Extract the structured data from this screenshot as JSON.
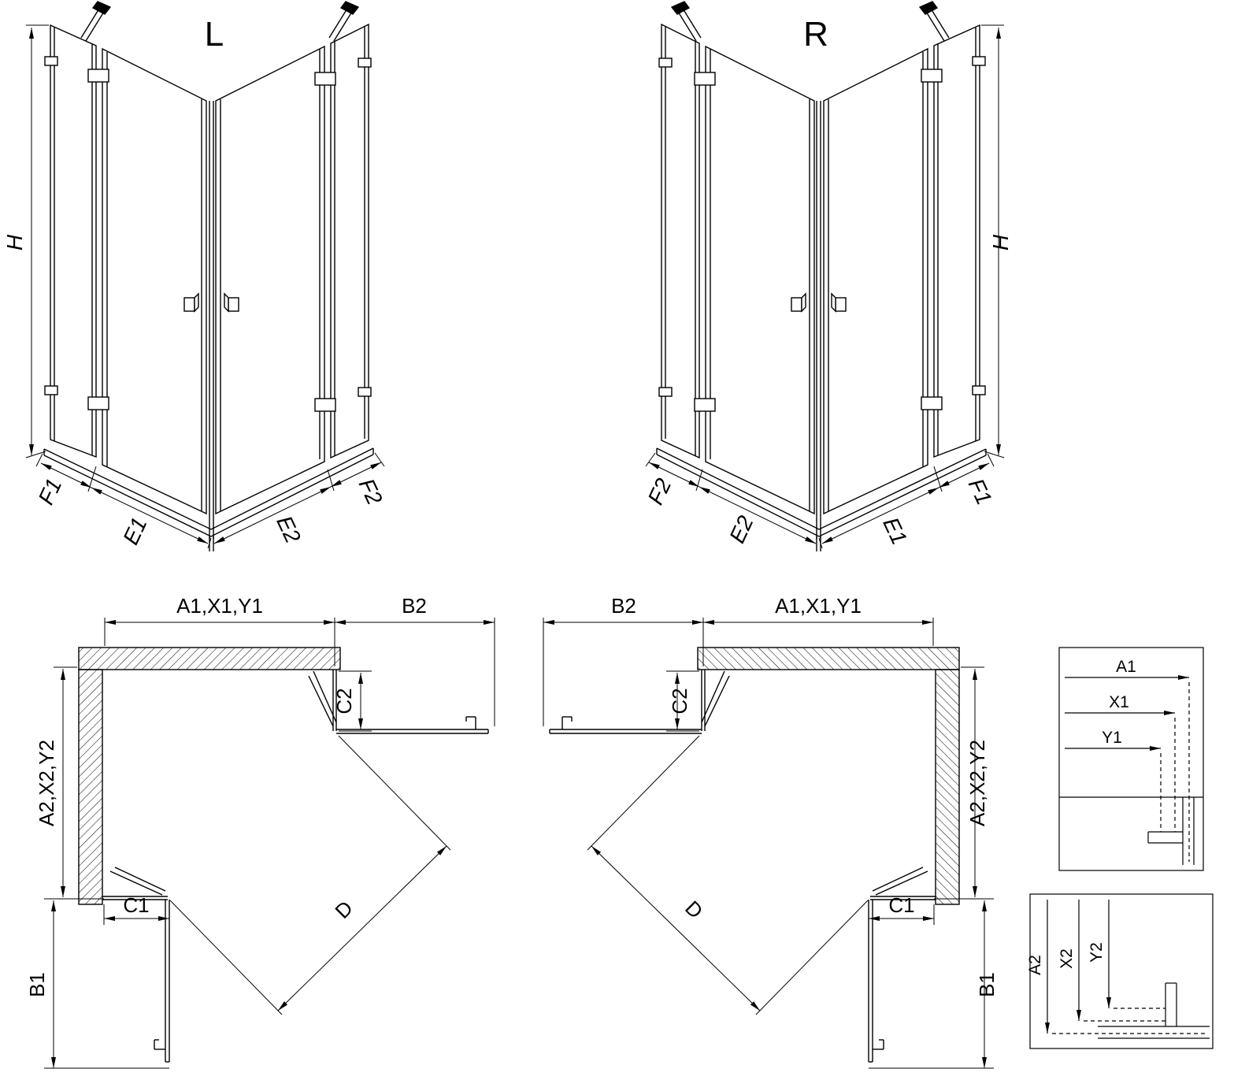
{
  "figure": {
    "variant_left": {
      "label": "L",
      "h": "H",
      "f1": "F1",
      "e1": "E1",
      "e2": "E2",
      "f2": "F2"
    },
    "variant_right": {
      "label": "R",
      "h": "H",
      "f1": "F1",
      "e1": "E1",
      "e2": "E2",
      "f2": "F2"
    },
    "plan_left": {
      "top_width": "A1,X1,Y1",
      "top_door": "B2",
      "fixed_top": "C2",
      "side_height": "A2,X2,Y2",
      "fixed_bottom": "C1",
      "side_door": "B1",
      "diagonal": "D"
    },
    "plan_right": {
      "top_width": "A1,X1,Y1",
      "top_door": "B2",
      "fixed_top": "C2",
      "side_height": "A2,X2,Y2",
      "fixed_bottom": "C1",
      "side_door": "B1",
      "diagonal": "D"
    },
    "detail_horizontal": {
      "a1": "A1",
      "x1": "X1",
      "y1": "Y1"
    },
    "detail_vertical": {
      "a2": "A2",
      "x2": "X2",
      "y2": "Y2"
    }
  }
}
